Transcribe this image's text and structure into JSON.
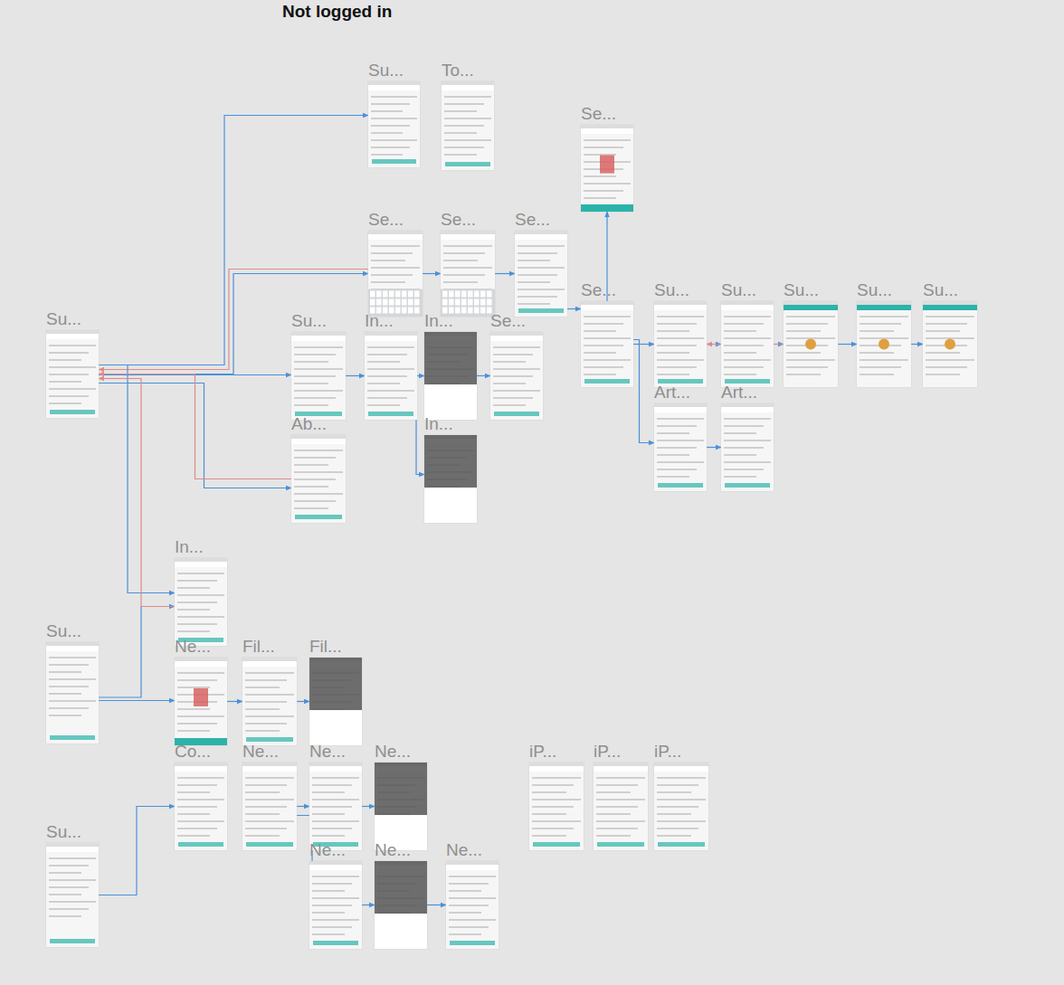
{
  "diagram": {
    "title": "Not logged in",
    "nodes": [
      {
        "text": [
          "Su..."
        ]
      },
      {
        "text": [
          "To..."
        ]
      },
      {
        "text": [
          "Se..."
        ]
      },
      {
        "text": [
          "Se..."
        ]
      },
      {
        "text": [
          "Se..."
        ]
      },
      {
        "text": [
          "Se..."
        ]
      },
      {
        "text": [
          "Se..."
        ]
      },
      {
        "text": [
          "Su..."
        ]
      },
      {
        "text": [
          "Su..."
        ]
      },
      {
        "text": [
          "Su..."
        ]
      },
      {
        "text": [
          "Su..."
        ]
      },
      {
        "text": [
          "Su..."
        ]
      },
      {
        "text": [
          "Su..."
        ]
      },
      {
        "text": [
          "Su..."
        ]
      },
      {
        "text": [
          "In..."
        ]
      },
      {
        "text": [
          "In..."
        ]
      },
      {
        "text": [
          "Se..."
        ]
      },
      {
        "text": [
          "Art..."
        ]
      },
      {
        "text": [
          "Art..."
        ]
      },
      {
        "text": [
          "Ab..."
        ]
      },
      {
        "text": [
          "In..."
        ]
      },
      {
        "text": [
          "In..."
        ]
      },
      {
        "text": [
          "Su..."
        ]
      },
      {
        "text": [
          "Ne..."
        ]
      },
      {
        "text": [
          "Fil..."
        ]
      },
      {
        "text": [
          "Fil..."
        ]
      },
      {
        "text": [
          "Co..."
        ]
      },
      {
        "text": [
          "Ne..."
        ]
      },
      {
        "text": [
          "Ne..."
        ]
      },
      {
        "text": [
          "Ne..."
        ]
      },
      {
        "text": [
          "iP..."
        ]
      },
      {
        "text": [
          "iP..."
        ]
      },
      {
        "text": [
          "iP..."
        ]
      },
      {
        "text": [
          "Su..."
        ]
      },
      {
        "text": [
          "Ne..."
        ]
      },
      {
        "text": [
          "Ne..."
        ]
      },
      {
        "text": [
          "Ne..."
        ]
      }
    ],
    "edges": [
      {
        "from": 12,
        "to": 0,
        "arrow": "to"
      },
      {
        "from": 3,
        "to": 12,
        "arrow": "to"
      },
      {
        "from": 12,
        "to": 3,
        "arrow": "to"
      },
      {
        "from": 12,
        "to": 13,
        "arrow": "to"
      },
      {
        "from": 12,
        "to": 19,
        "arrow": "to"
      },
      {
        "from": 12,
        "to": 21,
        "arrow": "to"
      },
      {
        "from": 3,
        "to": 4,
        "arrow": "to"
      },
      {
        "from": 4,
        "to": 5,
        "arrow": "to"
      },
      {
        "from": 5,
        "to": 6,
        "arrow": "to"
      },
      {
        "from": 6,
        "to": 2,
        "arrow": "to"
      },
      {
        "from": 6,
        "to": 7,
        "arrow": "to"
      },
      {
        "from": 6,
        "to": 17,
        "arrow": "to"
      },
      {
        "from": 7,
        "to": 8,
        "arrow": "to"
      },
      {
        "from": 8,
        "to": 9,
        "arrow": "to"
      },
      {
        "from": 9,
        "to": 10,
        "arrow": "to"
      },
      {
        "from": 10,
        "to": 11,
        "arrow": "to"
      },
      {
        "from": 9,
        "to": 7,
        "arrow": "to"
      },
      {
        "from": 17,
        "to": 18,
        "arrow": "to"
      },
      {
        "from": 13,
        "to": 14,
        "arrow": "to"
      },
      {
        "from": 14,
        "to": 15,
        "arrow": "to"
      },
      {
        "from": 15,
        "to": 16,
        "arrow": "to"
      },
      {
        "from": 14,
        "to": 20,
        "arrow": "to"
      },
      {
        "from": 19,
        "to": 12,
        "arrow": "to"
      },
      {
        "from": 22,
        "to": 21,
        "arrow": "to"
      },
      {
        "from": 22,
        "to": 23,
        "arrow": "to"
      },
      {
        "from": 23,
        "to": 24,
        "arrow": "to"
      },
      {
        "from": 24,
        "to": 25,
        "arrow": "to"
      },
      {
        "from": 33,
        "to": 26,
        "arrow": "to"
      },
      {
        "from": 27,
        "to": 28,
        "arrow": "to"
      },
      {
        "from": 27,
        "to": 34,
        "arrow": "to"
      },
      {
        "from": 28,
        "to": 29,
        "arrow": "to"
      },
      {
        "from": 34,
        "to": 35,
        "arrow": "to"
      },
      {
        "from": 35,
        "to": 36,
        "arrow": "to"
      },
      {
        "from": 21,
        "to": 12,
        "arrow": "to"
      }
    ]
  }
}
